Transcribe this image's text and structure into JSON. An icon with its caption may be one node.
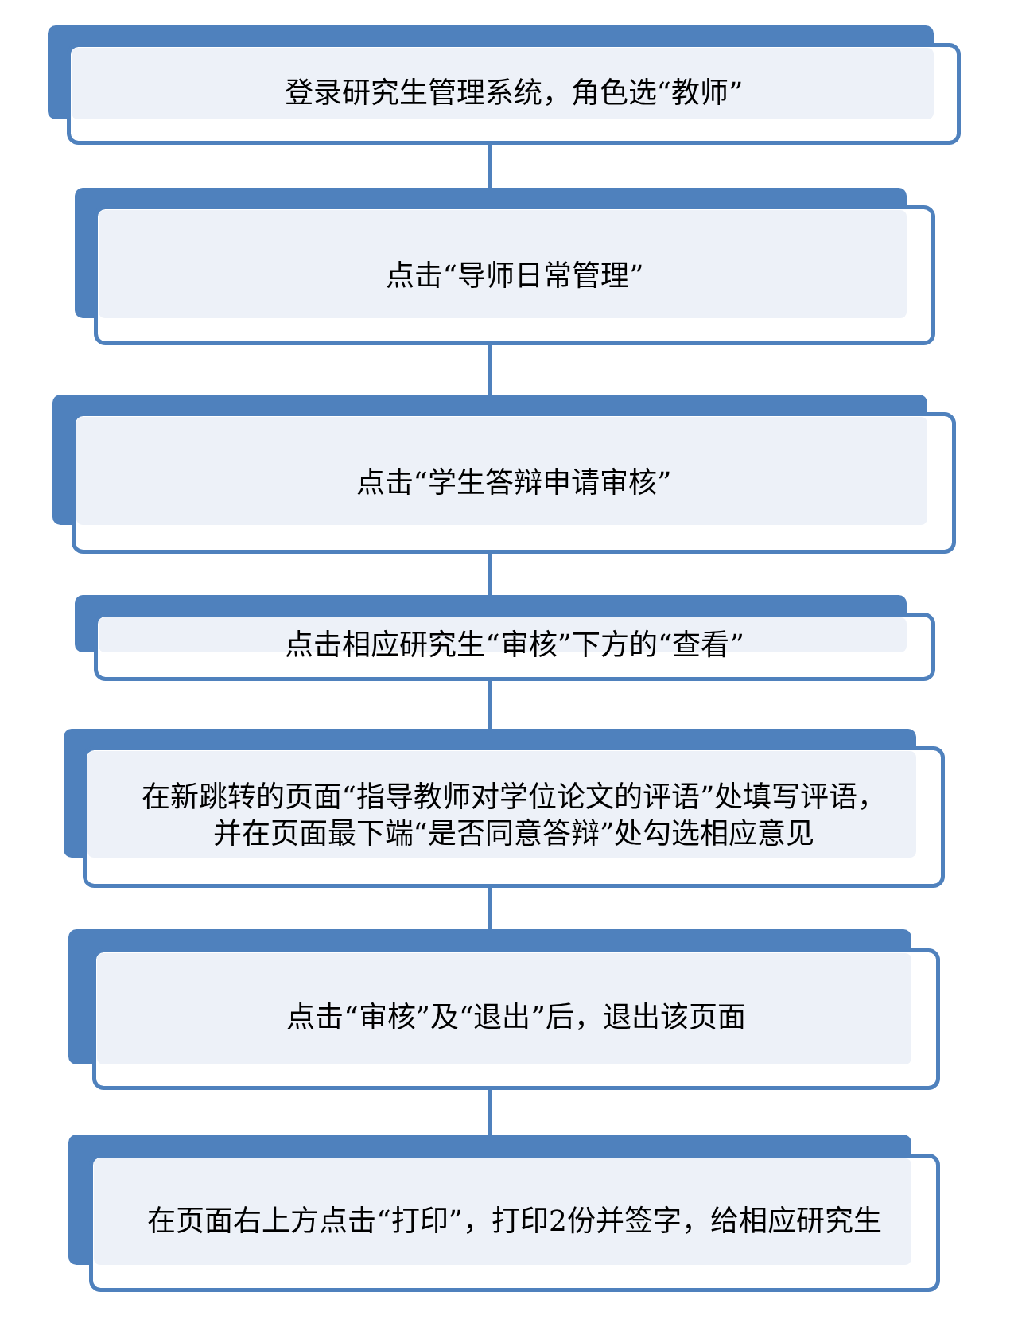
{
  "diagram": {
    "nodes": [
      {
        "text": [
          "登录研究生管理系统，角色选“教师”"
        ]
      },
      {
        "text": [
          "点击“导师日常管理”"
        ]
      },
      {
        "text": [
          "点击“学生答辩申请审核”"
        ]
      },
      {
        "text": [
          "点击相应研究生“审核”下方的“查看”"
        ]
      },
      {
        "text": [
          "在新跳转的页面“指导教师对学位论文的评语”处填写评语，并在页面最下端“是否同意答辩”处勾选相应意见"
        ]
      },
      {
        "text": [
          "点击“审核”及“退出”后，退出该页面"
        ]
      },
      {
        "text": [
          "在页面右上方点击“打印”，打印2份并签字，给相应研究生"
        ]
      }
    ],
    "edges": [
      {
        "from": 0,
        "to": 1,
        "arrow": "none"
      },
      {
        "from": 1,
        "to": 2,
        "arrow": "none"
      },
      {
        "from": 2,
        "to": 3,
        "arrow": "none"
      },
      {
        "from": 3,
        "to": 4,
        "arrow": "none"
      },
      {
        "from": 4,
        "to": 5,
        "arrow": "none"
      },
      {
        "from": 5,
        "to": 6,
        "arrow": "none"
      }
    ]
  }
}
